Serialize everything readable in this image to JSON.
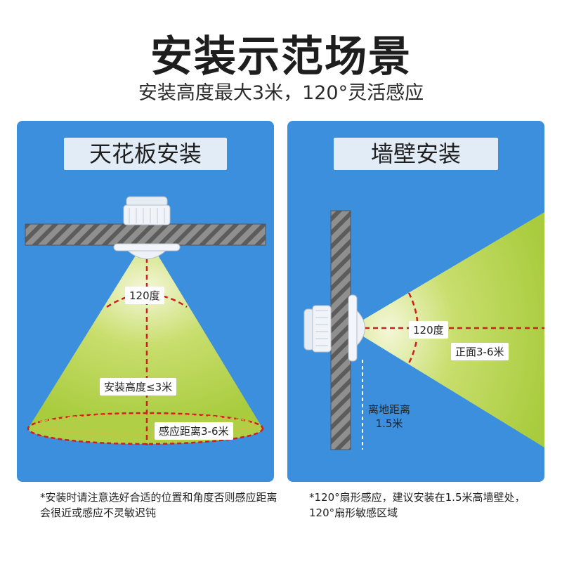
{
  "header": {
    "title": "安装示范场景",
    "subtitle": "安装高度最大3米，120°灵活感应"
  },
  "ceiling_panel": {
    "title": "天花板安装",
    "angle_label": "120度",
    "height_label": "安装高度≤3米",
    "distance_label": "感应距离3-6米",
    "note": "*安装时请注意选好合适的位置和角度否则感应距离会很近或感应不灵敏迟钝"
  },
  "wall_panel": {
    "title": "墙壁安装",
    "angle_label": "120度",
    "front_label": "正面3-6米",
    "ground_label": "离地距离\n1.5米",
    "note": "*120°扇形感应，建议安装在1.5米高墙壁处，120°扇形敏感区域"
  },
  "colors": {
    "panel_blue": "#3c8fdc",
    "cone_green": "#bcd65a",
    "dashed_red": "#cc1f1f",
    "title_bg": "#e2ecf6"
  },
  "icons": [
    "motion-sensor-icon"
  ]
}
